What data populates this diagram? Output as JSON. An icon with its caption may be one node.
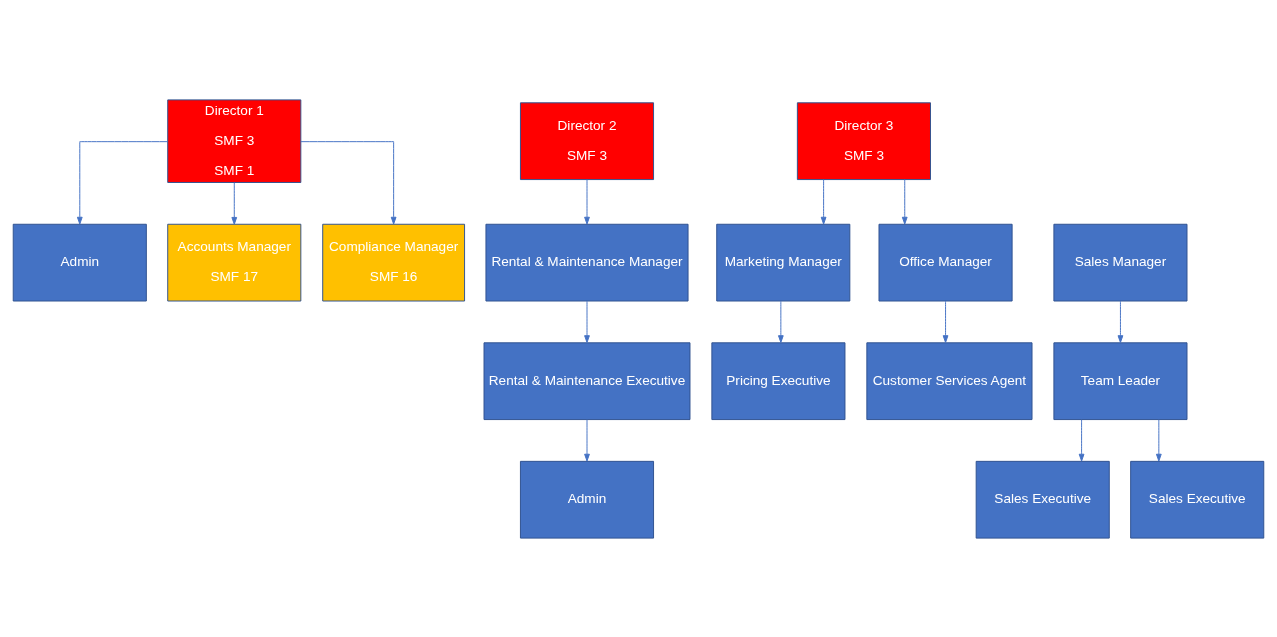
{
  "diagram": {
    "nodes": [
      {
        "text": [
          "Director 1",
          "SMF 3",
          "SMF 1"
        ]
      },
      {
        "text": [
          "Admin"
        ]
      },
      {
        "text": [
          "Accounts Manager",
          "SMF 17"
        ]
      },
      {
        "text": [
          "Compliance Manager",
          "SMF 16"
        ]
      },
      {
        "text": [
          "Director 2",
          "SMF 3"
        ]
      },
      {
        "text": [
          "Rental & Maintenance Manager"
        ]
      },
      {
        "text": [
          "Rental & Maintenance Executive"
        ]
      },
      {
        "text": [
          "Admin"
        ]
      },
      {
        "text": [
          "Director 3",
          "SMF 3"
        ]
      },
      {
        "text": [
          "Marketing Manager"
        ]
      },
      {
        "text": [
          "Sales Manager"
        ]
      },
      {
        "text": [
          "Office Manager"
        ]
      },
      {
        "text": [
          "Pricing Executive"
        ]
      },
      {
        "text": [
          "Team Leader"
        ]
      },
      {
        "text": [
          "Customer Services Agent"
        ]
      },
      {
        "text": [
          "Sales Executive"
        ]
      },
      {
        "text": [
          "Sales Executive"
        ]
      }
    ],
    "edges": [
      {
        "from": 0,
        "to": 1,
        "arrow": "to"
      },
      {
        "from": 0,
        "to": 2,
        "arrow": "to"
      },
      {
        "from": 0,
        "to": 3,
        "arrow": "to"
      },
      {
        "from": 4,
        "to": 5,
        "arrow": "to"
      },
      {
        "from": 5,
        "to": 6,
        "arrow": "to"
      },
      {
        "from": 6,
        "to": 7,
        "arrow": "to"
      },
      {
        "from": 8,
        "to": 9,
        "arrow": "to"
      },
      {
        "from": 8,
        "to": 11,
        "arrow": "to"
      },
      {
        "from": 9,
        "to": 12,
        "arrow": "to"
      },
      {
        "from": 10,
        "to": 13,
        "arrow": "to"
      },
      {
        "from": 11,
        "to": 14,
        "arrow": "to"
      },
      {
        "from": 13,
        "to": 15,
        "arrow": "to"
      },
      {
        "from": 13,
        "to": 16,
        "arrow": "to"
      }
    ]
  }
}
